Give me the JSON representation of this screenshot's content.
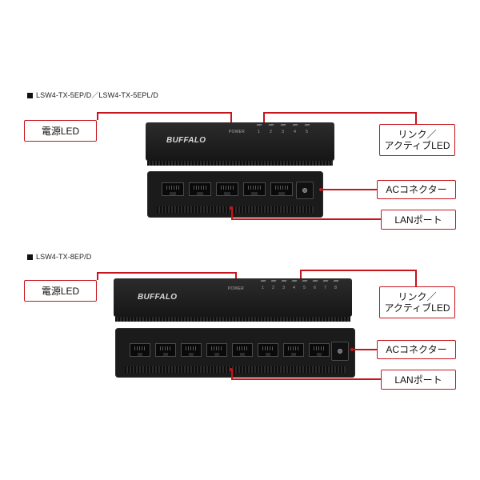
{
  "section1": {
    "title": "LSW4-TX-5EP/D／LSW4-TX-5EPL/D",
    "power_led_label": "電源LED",
    "link_label_line1": "リンク／",
    "link_label_line2": "アクティブLED",
    "ac_label": "ACコネクター",
    "lan_label": "LANポート",
    "logo": "BUFFALO",
    "power_text": "POWER",
    "port_numbers": [
      "1",
      "2",
      "3",
      "4",
      "5"
    ]
  },
  "section2": {
    "title": "LSW4-TX-8EP/D",
    "power_led_label": "電源LED",
    "link_label_line1": "リンク／",
    "link_label_line2": "アクティブLED",
    "ac_label": "ACコネクター",
    "lan_label": "LANポート",
    "logo": "BUFFALO",
    "power_text": "POWER",
    "port_numbers": [
      "1",
      "2",
      "3",
      "4",
      "5",
      "6",
      "7",
      "8"
    ]
  },
  "colors": {
    "accent": "#c8141c",
    "device": "#1b1b1b"
  }
}
